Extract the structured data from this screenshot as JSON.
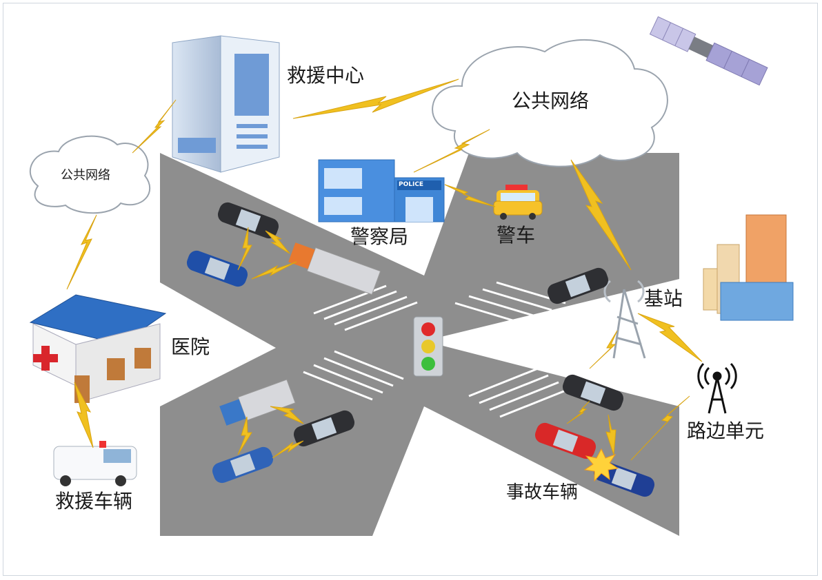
{
  "labels": {
    "rescue_center": "救援中心",
    "public_network_main": "公共网络",
    "public_network_left": "公共网络",
    "police_station": "警察局",
    "police_sign": "POLICE",
    "police_car": "警车",
    "base_station": "基站",
    "hospital": "医院",
    "roadside_unit": "路边单元",
    "ambulance": "救援车辆",
    "accident_vehicles": "事故车辆"
  },
  "colors": {
    "road": "#8e8e8e",
    "lightning": "#f0c020",
    "cloud_stroke": "#9aa3ad",
    "building_blue": "#3b84d6",
    "hospital_roof": "#2f6fc4"
  }
}
